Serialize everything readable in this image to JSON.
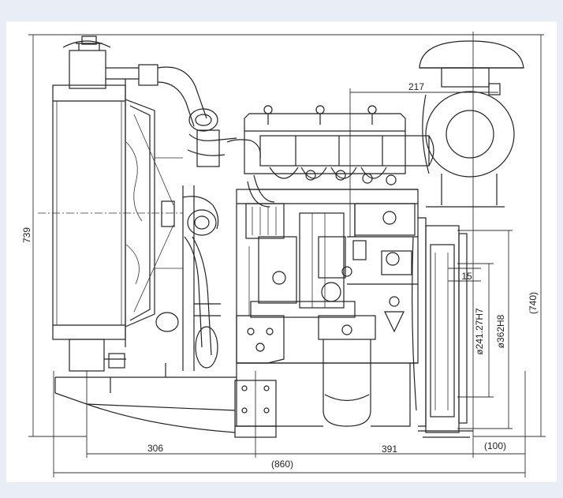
{
  "drawing": {
    "dimensions": {
      "d217": "217",
      "d739": "739",
      "d740": "(740)",
      "d306": "306",
      "d391": "391",
      "d860": "(860)",
      "d100": "(100)",
      "d15": "15",
      "d241": "ø241.27H7",
      "d362": "ø362H8"
    }
  }
}
